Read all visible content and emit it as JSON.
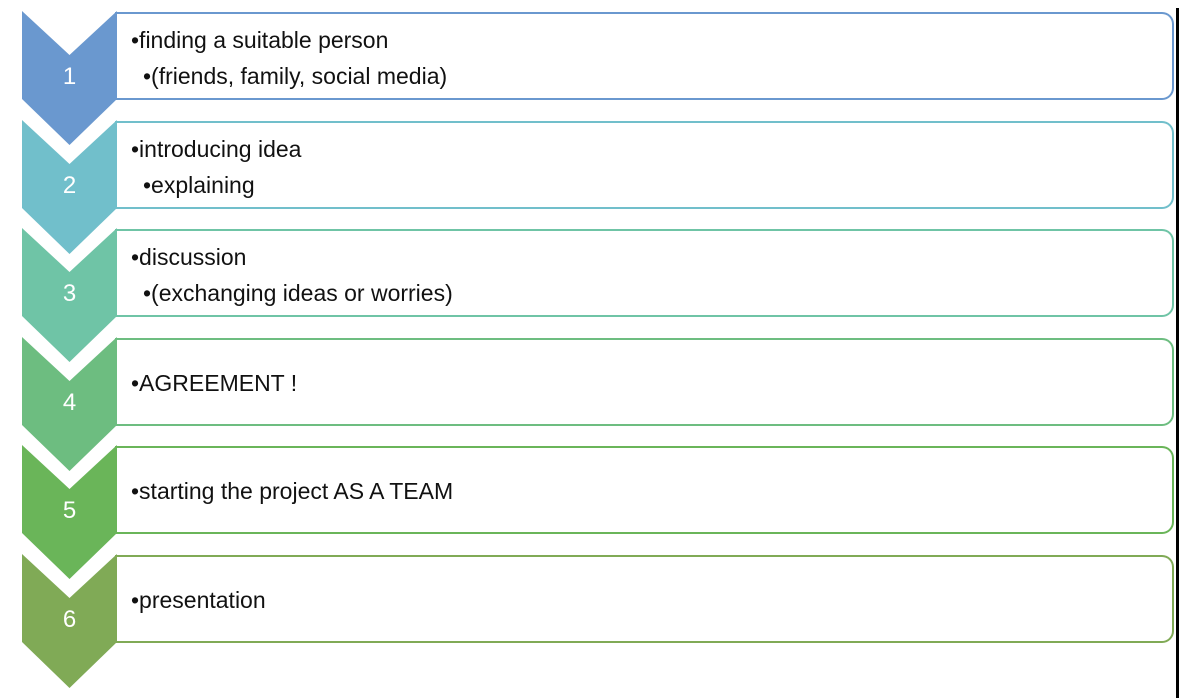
{
  "steps": [
    {
      "number": "1",
      "color": "#6a98cf",
      "lines": [
        "•finding a suitable person",
        "•(friends, family, social media)"
      ]
    },
    {
      "number": "2",
      "color": "#71bfcb",
      "lines": [
        "•introducing idea",
        "•explaining"
      ]
    },
    {
      "number": "3",
      "color": "#6fc4a6",
      "lines": [
        "•discussion",
        "•(exchanging ideas or worries)"
      ]
    },
    {
      "number": "4",
      "color": "#6dbd80",
      "lines": [
        "•AGREEMENT !"
      ]
    },
    {
      "number": "5",
      "color": "#6ab559",
      "lines": [
        "•starting the project AS A TEAM"
      ]
    },
    {
      "number": "6",
      "color": "#80aa56",
      "lines": [
        "•presentation"
      ]
    }
  ]
}
